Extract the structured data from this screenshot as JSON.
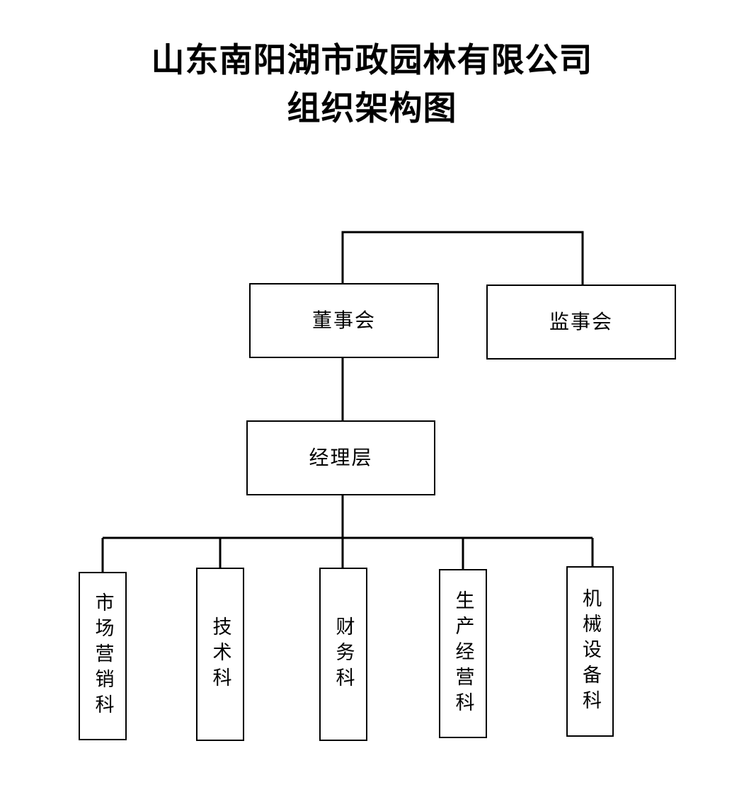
{
  "title": {
    "line1": "山东南阳湖市政园林有限公司",
    "line2": "组织架构图"
  },
  "colors": {
    "background": "#ffffff",
    "line": "#000000",
    "text": "#000000",
    "box_border": "#000000",
    "box_fill": "#ffffff"
  },
  "chart_data": {
    "type": "diagram",
    "diagram_type": "organization-chart",
    "title": "山东南阳湖市政园林有限公司组织架构图",
    "orientation": "top-down",
    "nodes": [
      {
        "id": "board",
        "label": "董事会",
        "level": 1,
        "text_direction": "horizontal"
      },
      {
        "id": "supervisor",
        "label": "监事会",
        "level": 1,
        "text_direction": "horizontal"
      },
      {
        "id": "manager",
        "label": "经理层",
        "level": 2,
        "text_direction": "horizontal"
      },
      {
        "id": "dept0",
        "label": "市场营销科",
        "level": 3,
        "text_direction": "vertical"
      },
      {
        "id": "dept1",
        "label": "技术科",
        "level": 3,
        "text_direction": "vertical"
      },
      {
        "id": "dept2",
        "label": "财务科",
        "level": 3,
        "text_direction": "vertical"
      },
      {
        "id": "dept3",
        "label": "生产经营科",
        "level": 3,
        "text_direction": "vertical"
      },
      {
        "id": "dept4",
        "label": "机械设备科",
        "level": 3,
        "text_direction": "vertical"
      }
    ],
    "edges": [
      {
        "from": "board",
        "to": "supervisor",
        "style": "elbow-top-bus"
      },
      {
        "from": "board",
        "to": "manager",
        "style": "straight"
      },
      {
        "from": "manager",
        "to": "dept0",
        "style": "elbow-bottom-bus"
      },
      {
        "from": "manager",
        "to": "dept1",
        "style": "elbow-bottom-bus"
      },
      {
        "from": "manager",
        "to": "dept2",
        "style": "straight"
      },
      {
        "from": "manager",
        "to": "dept3",
        "style": "elbow-bottom-bus"
      },
      {
        "from": "manager",
        "to": "dept4",
        "style": "elbow-bottom-bus"
      }
    ]
  },
  "nodes": {
    "board": {
      "label": "董事会"
    },
    "supervisor": {
      "label": "监事会"
    },
    "manager": {
      "label": "经理层"
    },
    "departments": [
      {
        "label": "市场营销科"
      },
      {
        "label": "技术科"
      },
      {
        "label": "财务科"
      },
      {
        "label": "生产经营科"
      },
      {
        "label": "机械设备科"
      }
    ]
  }
}
